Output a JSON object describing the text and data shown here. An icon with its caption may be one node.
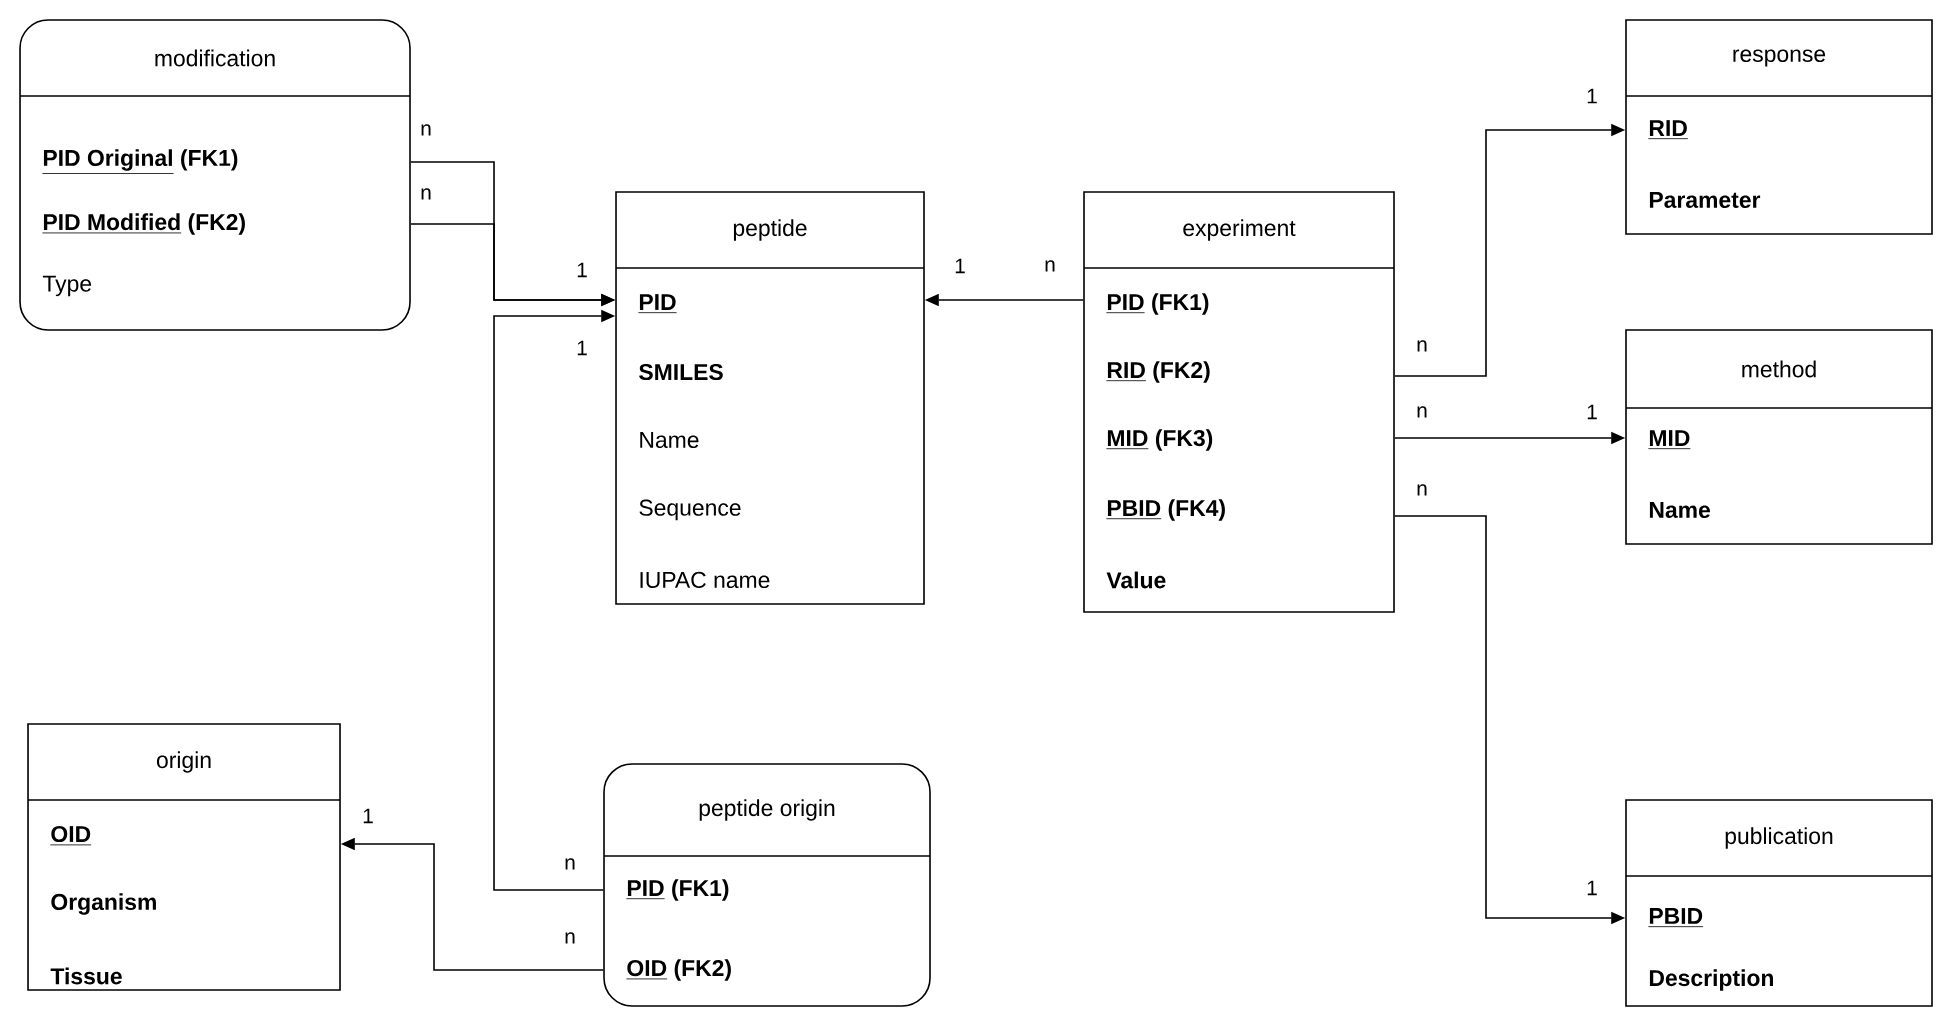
{
  "diagram": {
    "nodes": [
      {
        "text": [
          "modification",
          "PID Original",
          "(FK1)",
          "PID Modified",
          "(FK2)",
          "Type"
        ]
      },
      {
        "text": [
          "peptide",
          "PID",
          "SMILES",
          "Name",
          "Sequence",
          "IUPAC name"
        ]
      },
      {
        "text": [
          "experiment",
          "PID",
          "(FK1)",
          "RID",
          "(FK2)",
          "MID",
          "(FK3)",
          "PBID",
          "(FK4)",
          "Value"
        ]
      },
      {
        "text": [
          "response",
          "RID",
          "Parameter"
        ]
      },
      {
        "text": [
          "method",
          "MID",
          "Name"
        ]
      },
      {
        "text": [
          "origin",
          "OID",
          "Organism",
          "Tissue"
        ]
      },
      {
        "text": [
          "peptide origin",
          "PID",
          "(FK1)",
          "OID",
          "(FK2)"
        ]
      },
      {
        "text": [
          "publication",
          "PBID",
          "Description"
        ]
      }
    ],
    "edges": [
      {
        "from": 0,
        "to": 1,
        "arrow": "to"
      },
      {
        "from": 0,
        "to": 1,
        "arrow": "to"
      },
      {
        "from": 2,
        "to": 1,
        "arrow": "to"
      },
      {
        "from": 6,
        "to": 1,
        "arrow": "to"
      },
      {
        "from": 6,
        "to": 5,
        "arrow": "to"
      },
      {
        "from": 2,
        "to": 3,
        "arrow": "to"
      },
      {
        "from": 2,
        "to": 4,
        "arrow": "to"
      },
      {
        "from": 2,
        "to": 7,
        "arrow": "to"
      }
    ],
    "labels": [
      "1",
      "n",
      "n",
      "1",
      "1",
      "n",
      "1",
      "n",
      "n",
      "1",
      "n",
      "1",
      "n",
      "1",
      "n"
    ]
  }
}
